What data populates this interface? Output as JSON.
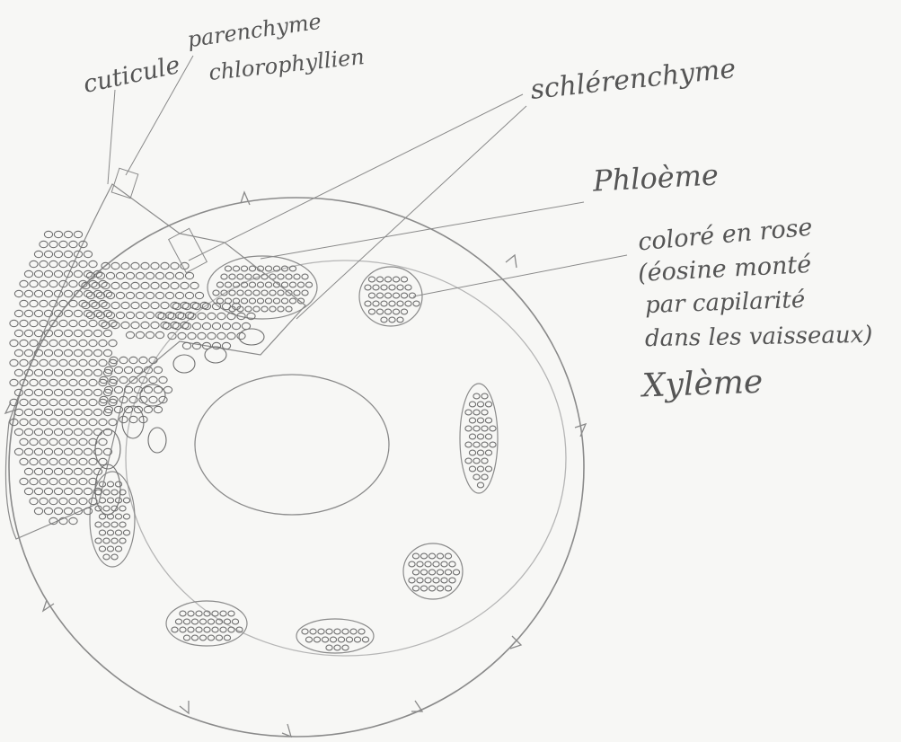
{
  "labels": {
    "cuticle": "cuticule",
    "parenchyma_line1": "parenchyme",
    "parenchyma_line2": "chlorophyllien",
    "sclerenchyma": "schlérenchyme",
    "phloem": "Phloème",
    "note_line1": "coloré en rose",
    "note_line2": "(éosine monté",
    "note_line3": "par capilarité",
    "note_line4": "dans les vaisseaux)",
    "xylem": "Xylème"
  },
  "colors": {
    "paper": "#f7f7f5",
    "pencil": "#8a8a8a",
    "pencil_light": "#b5b5b5",
    "ink": "#555555"
  }
}
